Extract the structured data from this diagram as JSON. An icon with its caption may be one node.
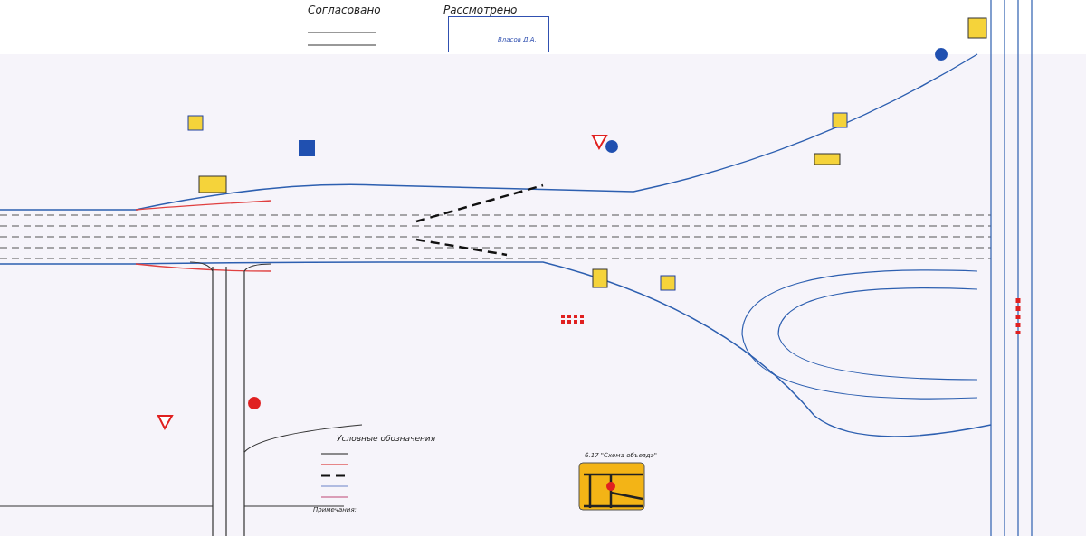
{
  "diagram": {
    "labels": [
      "Согласовано",
      "Рассмотрено",
      "Власов Д.А.",
      "Условные обозначения",
      "Примечания:",
      "6.17 \"Схема объезда\""
    ]
  }
}
